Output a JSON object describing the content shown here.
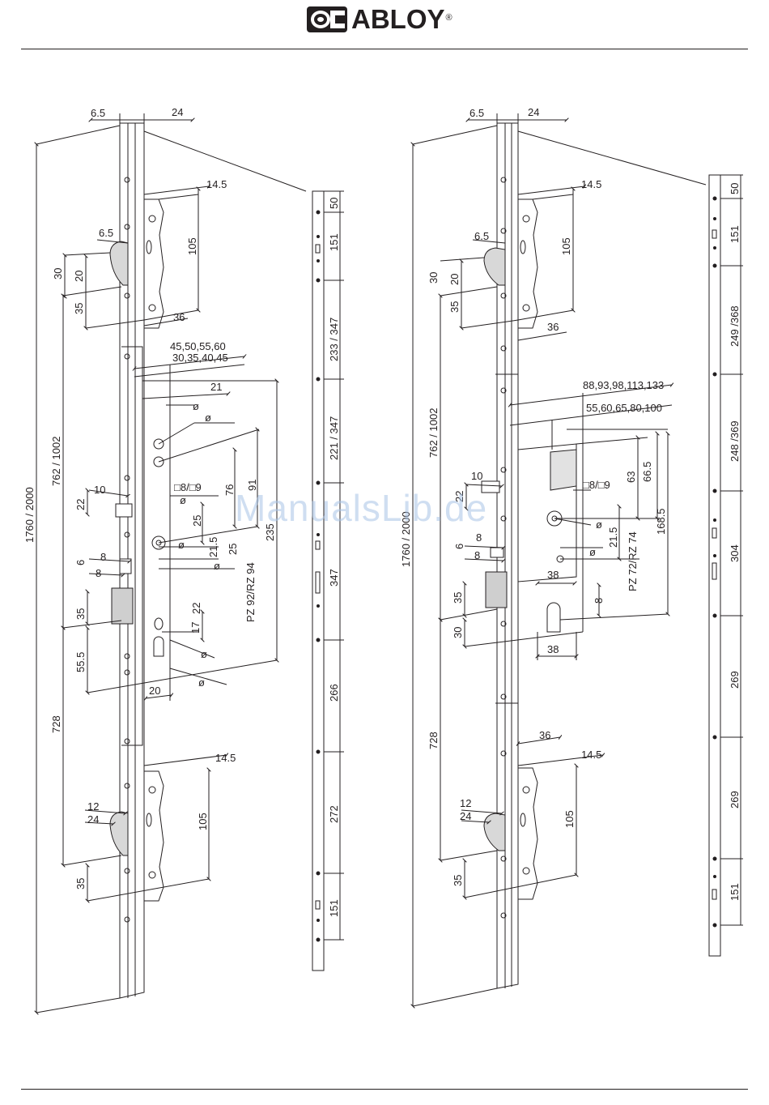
{
  "header": {
    "brand": "ABLOY",
    "reg_mark": "®"
  },
  "watermark": "ManualsLib.de",
  "left_drawing": {
    "top_width": [
      "6.5",
      "24"
    ],
    "total_height": "1760 / 2000",
    "upper_section": "762 / 1002",
    "lower_section": "728",
    "hook_offsets": [
      "14.5",
      "6.5",
      "30",
      "20",
      "35",
      "105",
      "36"
    ],
    "center_case": [
      "45,50,55,60",
      "30,35,40,45",
      "21",
      "ø",
      "ø",
      "□8/□9",
      "ø",
      "76",
      "91",
      "25",
      "21.5",
      "25",
      "ø",
      "ø",
      "PZ 92/RZ 94",
      "235",
      "17",
      "22",
      "ø",
      "ø",
      "20"
    ],
    "latch_dims": [
      "10",
      "22",
      "6",
      "8",
      "8",
      "35",
      "55.5"
    ],
    "lower_hook": [
      "14.5",
      "12",
      "24",
      "105",
      "35"
    ],
    "rail_dims": [
      "50",
      "151",
      "233 / 347",
      "221 / 347",
      "347",
      "266",
      "272",
      "151"
    ]
  },
  "right_drawing": {
    "top_width": [
      "6.5",
      "24"
    ],
    "total_height": "1760 / 2000",
    "upper_section": "762 / 1002",
    "lower_section": "728",
    "hook_offsets": [
      "14.5",
      "6.5",
      "30",
      "20",
      "35",
      "105",
      "36"
    ],
    "center_case": [
      "88,93,98,113,133",
      "55,60,65,80,100",
      "□8/□9",
      "63",
      "66.5",
      "21.5",
      "PZ 72/RZ 74",
      "168.5",
      "ø",
      "ø",
      "38",
      "8",
      "38"
    ],
    "latch_dims": [
      "10",
      "22",
      "6",
      "8",
      "8",
      "35",
      "30"
    ],
    "lower_hook": [
      "36",
      "14.5",
      "12",
      "24",
      "105",
      "35"
    ],
    "rail_dims": [
      "50",
      "151",
      "249 /368",
      "248 /369",
      "304",
      "269",
      "269",
      "151"
    ]
  }
}
